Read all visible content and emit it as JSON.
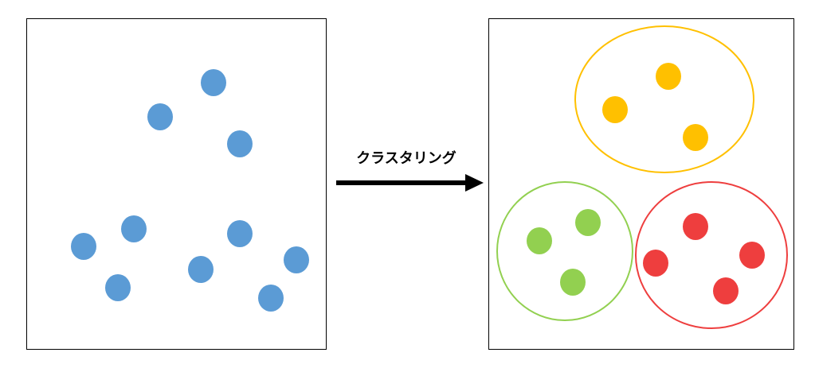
{
  "arrow_label": "クラスタリング",
  "colors": {
    "unclustered_point": "#5b9bd5",
    "cluster_yellow": "#ffc000",
    "cluster_green": "#92d050",
    "cluster_red": "#ee3e3e"
  },
  "clusters": [
    {
      "name": "yellow",
      "color_key": "cluster_yellow",
      "point_count": 3
    },
    {
      "name": "green",
      "color_key": "cluster_green",
      "point_count": 3
    },
    {
      "name": "red",
      "color_key": "cluster_red",
      "point_count": 4
    }
  ],
  "unclustered_point_count": 10
}
